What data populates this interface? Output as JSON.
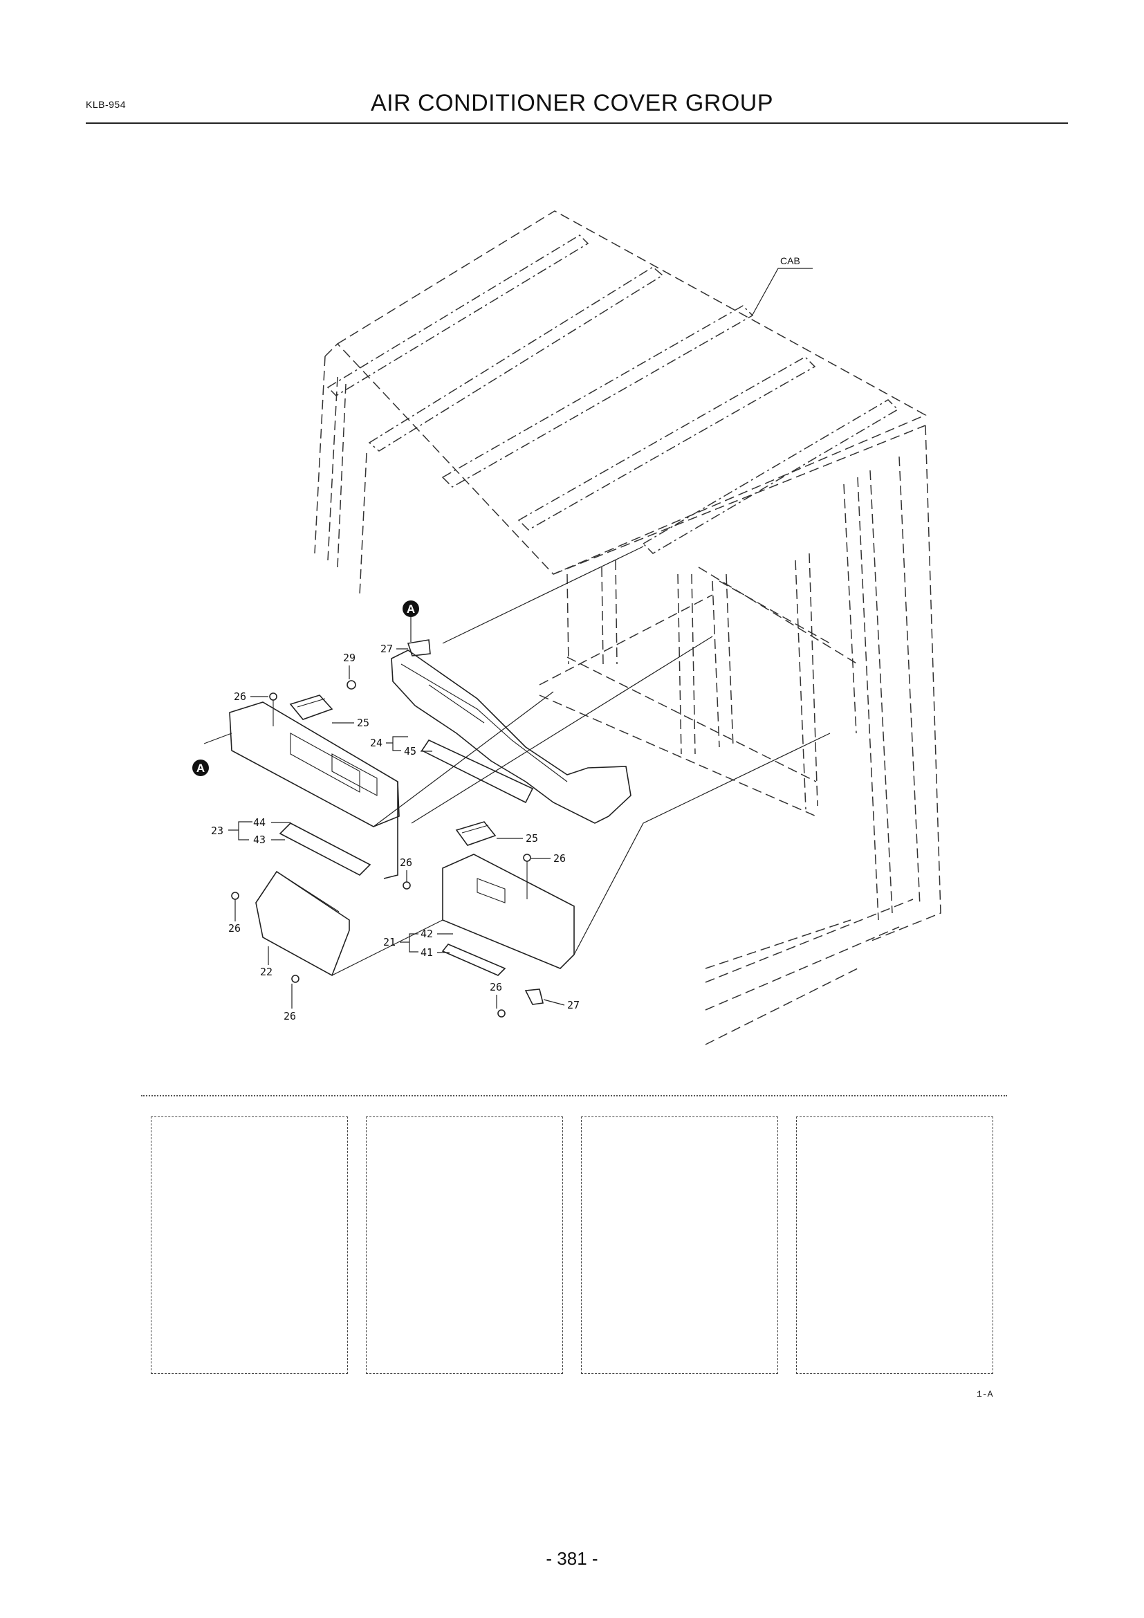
{
  "header": {
    "code": "KLB-954",
    "title": "AIR CONDITIONER COVER GROUP"
  },
  "diagram": {
    "cab_label": "CAB",
    "view_marker": "A",
    "callouts": {
      "c21": "21",
      "c22": "22",
      "c23": "23",
      "c24": "24",
      "c25": "25",
      "c26": "26",
      "c27": "27",
      "c29": "29",
      "c41": "41",
      "c42": "42",
      "c43": "43",
      "c44": "44",
      "c45": "45"
    }
  },
  "footer": {
    "figure_ref": "1-A",
    "page_number": "- 381 -"
  }
}
